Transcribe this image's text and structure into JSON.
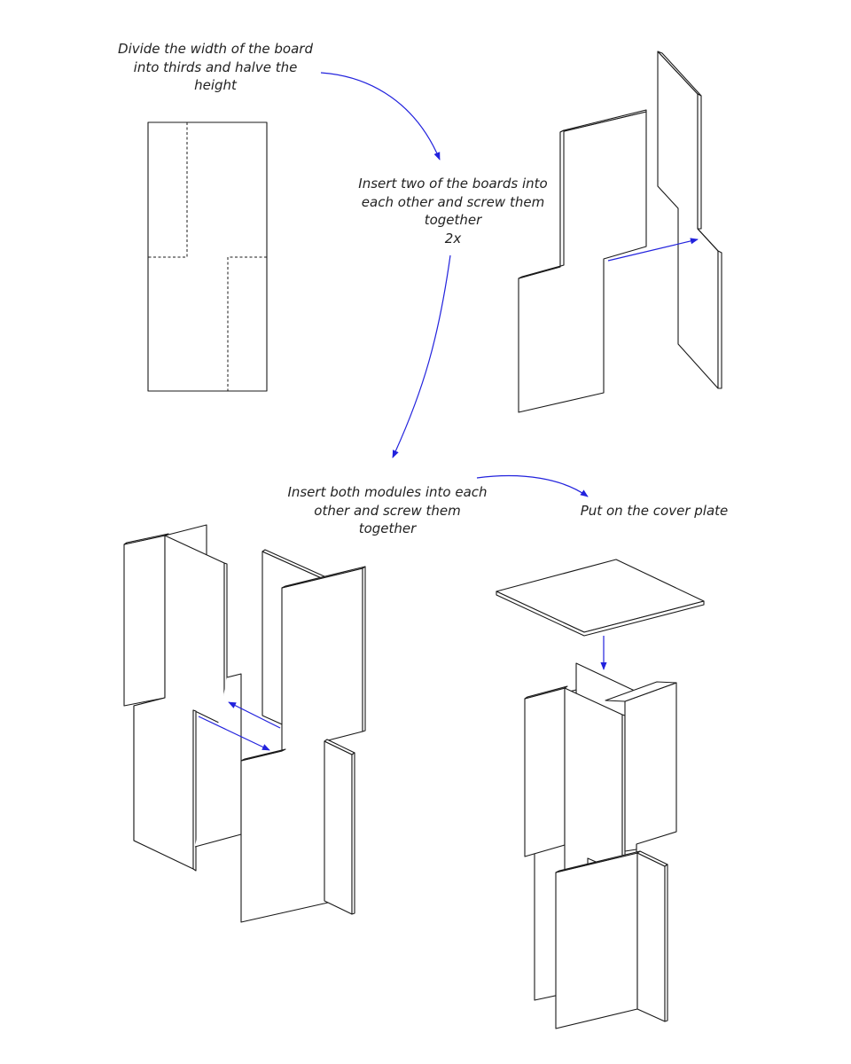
{
  "steps": [
    {
      "id": "divide",
      "lines": [
        "Divide the width of the board",
        "into thirds and halve the",
        "height"
      ]
    },
    {
      "id": "insert-two",
      "lines": [
        "Insert two of the boards into",
        "each other and screw them",
        "together",
        "2x"
      ]
    },
    {
      "id": "insert-modules",
      "lines": [
        "Insert both modules into each",
        "other and screw them",
        "together"
      ]
    },
    {
      "id": "cover",
      "lines": [
        "Put on the cover plate"
      ]
    }
  ],
  "colors": {
    "line": "#1a1a1a",
    "arrow": "#2222dd",
    "background": "#ffffff"
  }
}
